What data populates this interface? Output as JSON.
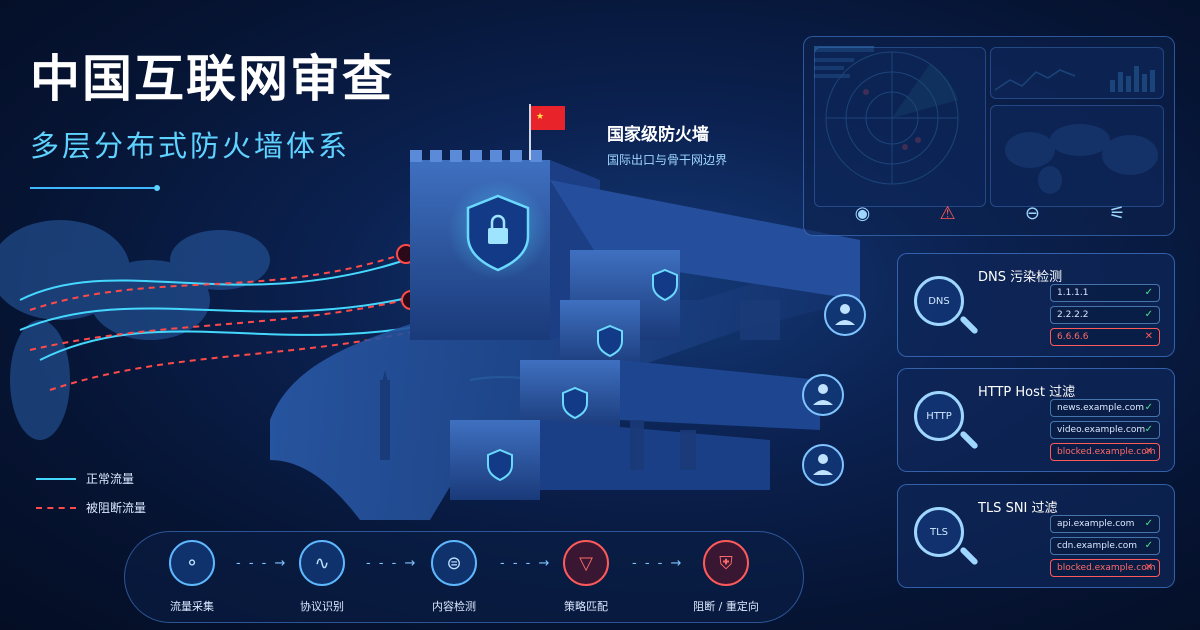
{
  "title": {
    "main": "中国互联网审查",
    "subtitle": "多层分布式防火墙体系"
  },
  "national_firewall": {
    "title": "国家级防火墙",
    "subtitle": "国际出口与骨干网边界"
  },
  "legend": {
    "normal": "正常流量",
    "blocked": "被阻断流量"
  },
  "dashboard_tools": [
    {
      "icon": "eye-icon",
      "glyph": "◉"
    },
    {
      "icon": "warning-icon",
      "glyph": "⚠"
    },
    {
      "icon": "zoom-out-icon",
      "glyph": "⊖"
    },
    {
      "icon": "sliders-icon",
      "glyph": "⚟"
    }
  ],
  "cards": [
    {
      "title": "DNS 污染检测",
      "icon_text": "DNS",
      "rows": [
        {
          "text": "1.1.1.1",
          "status": "✓",
          "blocked": false
        },
        {
          "text": "2.2.2.2",
          "status": "✓",
          "blocked": false
        },
        {
          "text": "6.6.6.6",
          "status": "✕",
          "blocked": true
        }
      ]
    },
    {
      "title": "HTTP Host 过滤",
      "icon_text": "HTTP",
      "rows": [
        {
          "text": "news.example.com",
          "status": "✓",
          "blocked": false
        },
        {
          "text": "video.example.com",
          "status": "✓",
          "blocked": false
        },
        {
          "text": "blocked.example.com",
          "status": "✕",
          "blocked": true
        }
      ]
    },
    {
      "title": "TLS SNI 过滤",
      "icon_text": "TLS",
      "rows": [
        {
          "text": "api.example.com",
          "status": "✓",
          "blocked": false
        },
        {
          "text": "cdn.example.com",
          "status": "✓",
          "blocked": false
        },
        {
          "text": "blocked.example.com",
          "status": "✕",
          "blocked": true
        }
      ]
    }
  ],
  "pipeline": [
    {
      "label": "流量采集",
      "icon": "network-nodes-icon",
      "glyph": "⚬"
    },
    {
      "label": "协议识别",
      "icon": "waveform-icon",
      "glyph": "∿"
    },
    {
      "label": "内容检测",
      "icon": "inspect-icon",
      "glyph": "⊜"
    },
    {
      "label": "策略匹配",
      "icon": "filter-icon",
      "glyph": "▽"
    },
    {
      "label": "阻断 / 重定向",
      "icon": "block-shield-icon",
      "glyph": "⛨"
    }
  ],
  "colors": {
    "normal_flow": "#45d8ff",
    "blocked_flow": "#ff4a4a",
    "accent": "#5fd3ff",
    "ok": "#4fe08a"
  }
}
